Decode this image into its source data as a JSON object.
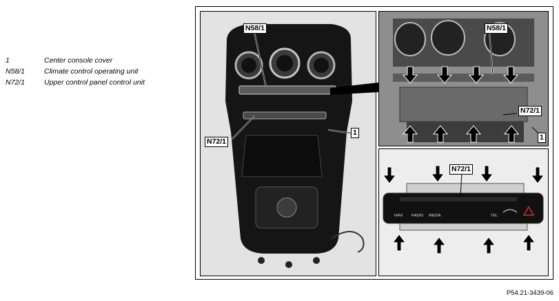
{
  "legend": [
    {
      "key": "1",
      "value": "Center console cover"
    },
    {
      "key": "N58/1",
      "value": "Climate control operating unit"
    },
    {
      "key": "N72/1",
      "value": "Upper control panel control unit"
    }
  ],
  "callouts": {
    "main_n58": "N58/1",
    "main_n72": "N72/1",
    "main_1": "1",
    "tr_n58": "N58/1",
    "tr_n72": "N72/1",
    "tr_1": "1",
    "br_n72": "N72/1"
  },
  "buttons": {
    "nav": "NAVI",
    "radio": "RADIO",
    "media": "MEDIA",
    "tel": "TEL"
  },
  "doc_code": "P54.21-3439-06"
}
